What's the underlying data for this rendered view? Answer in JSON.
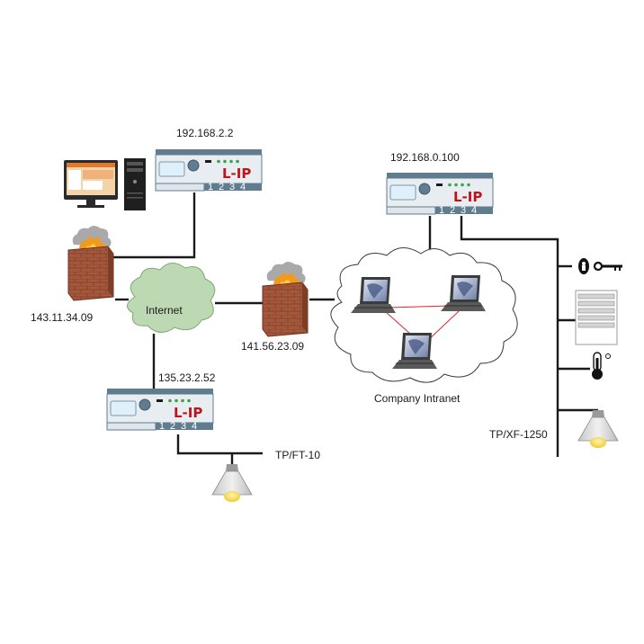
{
  "devices": {
    "top_left": {
      "ip": "192.168.2.2",
      "brand": "L-IP",
      "ports": [
        "1",
        "2",
        "3",
        "4"
      ]
    },
    "top_right": {
      "ip": "192.168.0.100",
      "brand": "L-IP",
      "ports": [
        "1",
        "2",
        "3",
        "4"
      ]
    },
    "bottom": {
      "ip": "135.23.2.52",
      "brand": "L-IP",
      "ports": [
        "1",
        "2",
        "3",
        "4"
      ]
    }
  },
  "firewalls": {
    "left": {
      "ip": "143.11.34.09"
    },
    "right": {
      "ip": "141.56.23.09"
    }
  },
  "clouds": {
    "internet": "Internet",
    "intranet": "Company Intranet"
  },
  "buses": {
    "bottom": "TP/FT-10",
    "right": "TP/XF-1250"
  },
  "colors": {
    "device_body": "#e8edf2",
    "device_band": "#5f7d8f",
    "internet_cloud": "#bcd9b4",
    "brick": "#a5573c",
    "flame": "#f29a1c",
    "smoke": "#9a9a9a",
    "link_red": "#e0262b",
    "line": "#1a1a1a"
  },
  "icons": [
    "workstation-icon",
    "firewall-icon",
    "laptop-icon",
    "key-icon",
    "blinds-icon",
    "thermometer-icon",
    "pendant-lamp-icon"
  ]
}
